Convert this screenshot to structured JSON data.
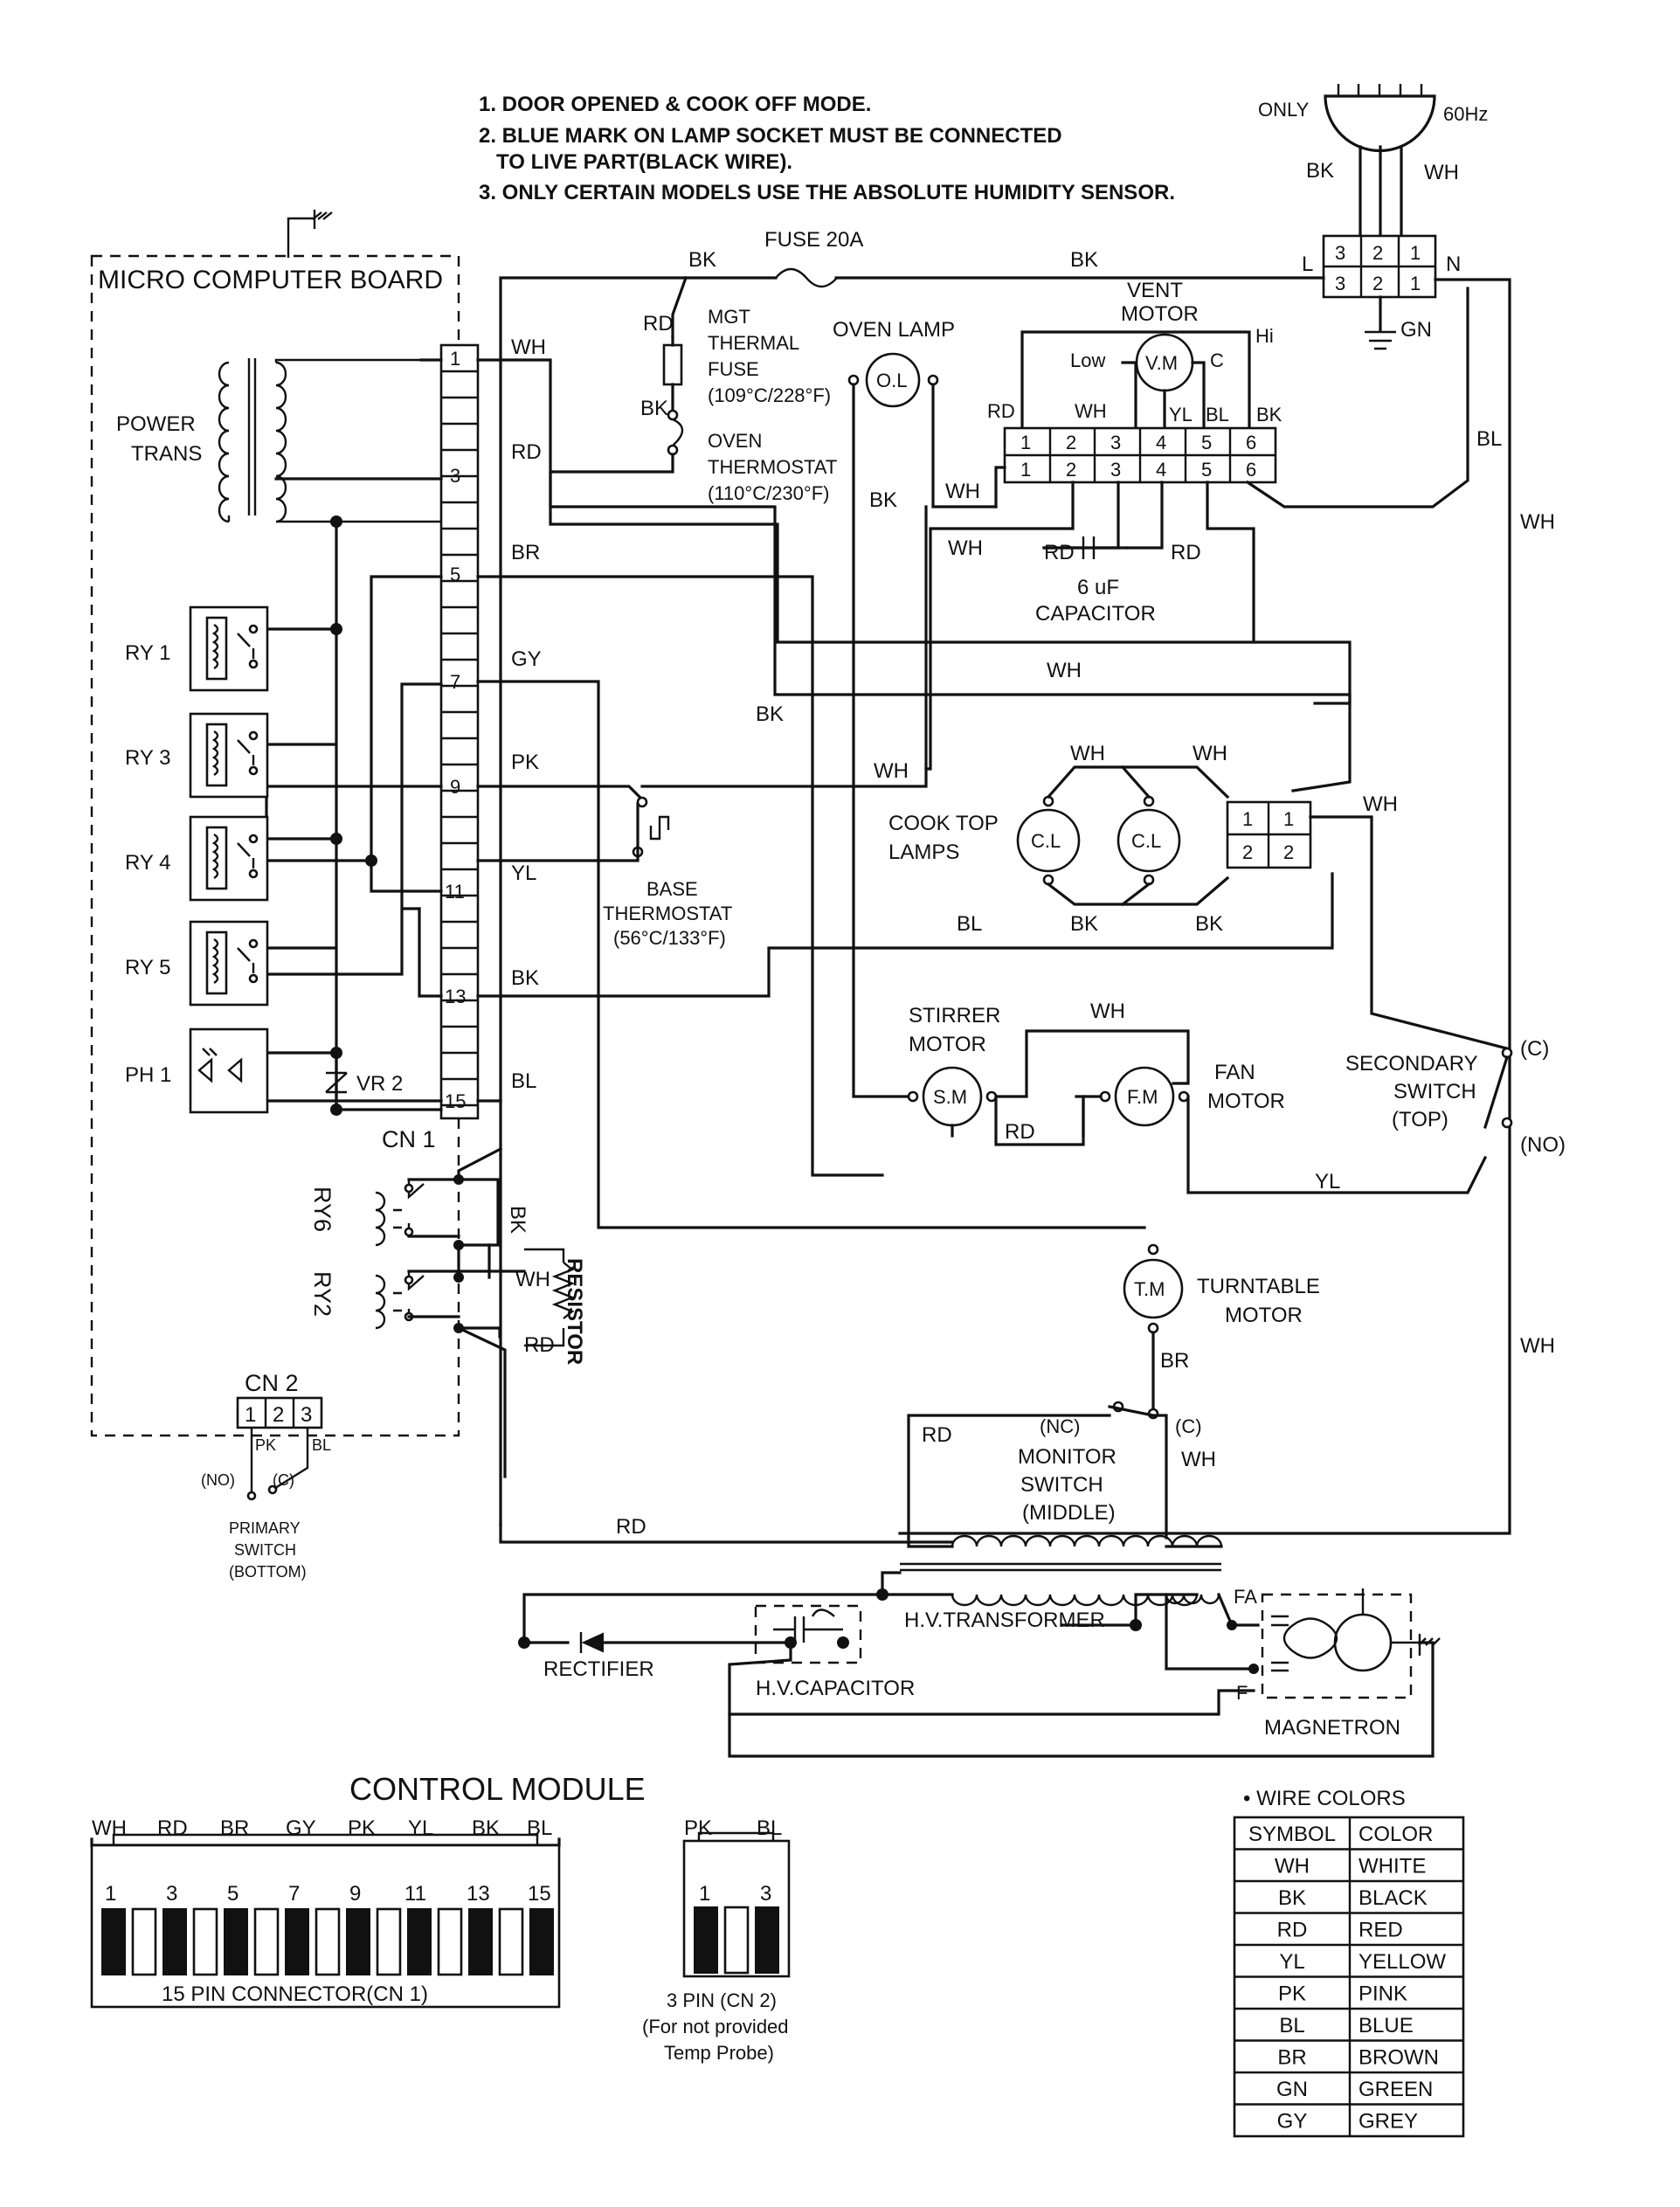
{
  "notes": [
    "1. DOOR OPENED & COOK OFF MODE.",
    "2. BLUE MARK ON LAMP SOCKET MUST BE CONNECTED",
    "   TO LIVE PART(BLACK WIRE).",
    "3. ONLY CERTAIN MODELS USE THE ABSOLUTE HUMIDITY SENSOR."
  ],
  "plug": {
    "only": "ONLY",
    "freq": "60Hz",
    "bk": "BK",
    "wh": "WH",
    "l": "L",
    "n": "N",
    "gn": "GN",
    "pins": [
      "3",
      "2",
      "1"
    ]
  },
  "board": {
    "title": "MICRO COMPUTER BOARD",
    "power_trans": [
      "POWER",
      "TRANS"
    ],
    "relays": [
      "RY 1",
      "RY 3",
      "RY 4",
      "RY 5"
    ],
    "ph1": "PH 1",
    "vr2": "VR 2",
    "cn1": "CN 1",
    "pins": [
      "1",
      "3",
      "5",
      "7",
      "9",
      "11",
      "13",
      "15"
    ],
    "wires": [
      "WH",
      "RD",
      "BR",
      "GY",
      "PK",
      "YL",
      "BK",
      "BL"
    ],
    "ry6": "RY6",
    "ry2": "RY2",
    "ry_wires": [
      "BK",
      "WH",
      "RD"
    ],
    "resistor": "RESISTOR",
    "cn2": "CN 2",
    "cn2_pins": [
      "1",
      "2",
      "3"
    ],
    "cn2_wires": [
      "PK",
      "BL"
    ],
    "primary_no": "(NO)",
    "primary_c": "(C)",
    "primary_switch": [
      "PRIMARY",
      "SWITCH",
      "(BOTTOM)"
    ]
  },
  "fuse": {
    "label": "FUSE 20A",
    "bk_left": "BK",
    "bk_right": "BK"
  },
  "mgt": {
    "rd": "RD",
    "bk": "BK",
    "fuse": [
      "MGT",
      "THERMAL",
      "FUSE",
      "(109°C/228°F)"
    ],
    "thermostat": [
      "OVEN",
      "THERMOSTAT",
      "(110°C/230°F)"
    ]
  },
  "oven_lamp": {
    "label": "OVEN LAMP",
    "symbol": "O.L",
    "bk": "BK",
    "wh": "WH"
  },
  "vent_motor": {
    "label": [
      "VENT",
      "MOTOR"
    ],
    "symbol": "V.M",
    "low": "Low",
    "c": "C",
    "hi": "Hi",
    "wires": [
      "RD",
      "WH",
      "YL",
      "BL",
      "BK"
    ],
    "pins": [
      "1",
      "2",
      "3",
      "4",
      "5",
      "6"
    ]
  },
  "capacitor": {
    "label": [
      "6 uF",
      "CAPACITOR"
    ],
    "wh": "WH",
    "rd_left": "RD",
    "rd_right": "RD"
  },
  "cooktop": {
    "label": [
      "COOK TOP",
      "LAMPS"
    ],
    "symbol": "C.L",
    "wh_left": "WH",
    "wh_right": "WH",
    "bk_left": "BK",
    "bk_right": "BK",
    "pins": [
      "1",
      "1",
      "2",
      "2"
    ],
    "wh_out": "WH"
  },
  "wire_labels": {
    "wh_mid": "WH",
    "bk_mid": "BK",
    "wh_pk": "WH",
    "bl_mid": "BL",
    "bl_right": "BL",
    "wh_right_top": "WH",
    "wh_right_bottom": "WH",
    "rd_bottom": "RD",
    "yl_switch": "YL"
  },
  "base_thermostat": [
    "BASE",
    "THERMOSTAT",
    "(56°C/133°F)"
  ],
  "stirrer_motor": {
    "label": [
      "STIRRER",
      "MOTOR"
    ],
    "symbol": "S.M",
    "wh": "WH",
    "rd": "RD"
  },
  "fan_motor": {
    "label": [
      "FAN",
      "MOTOR"
    ],
    "symbol": "F.M"
  },
  "secondary_switch": {
    "label": [
      "SECONDARY",
      "SWITCH",
      "(TOP)"
    ],
    "c": "(C)",
    "no": "(NO)"
  },
  "turntable": {
    "label": [
      "TURNTABLE",
      "MOTOR"
    ],
    "symbol": "T.M",
    "br": "BR"
  },
  "monitor_switch": {
    "label": [
      "MONITOR",
      "SWITCH",
      "(MIDDLE)"
    ],
    "nc": "(NC)",
    "c": "(C)",
    "rd": "RD",
    "wh": "WH"
  },
  "hv": {
    "transformer": "H.V.TRANSFORMER",
    "capacitor": "H.V.CAPACITOR",
    "rectifier": "RECTIFIER",
    "magnetron": "MAGNETRON",
    "fa": "FA",
    "f": "F"
  },
  "control_module": {
    "title": "CONTROL MODULE",
    "cn1_wires": [
      "WH",
      "RD",
      "BR",
      "GY",
      "PK",
      "YL",
      "BK",
      "BL"
    ],
    "cn1_pins": [
      "1",
      "3",
      "5",
      "7",
      "9",
      "11",
      "13",
      "15"
    ],
    "cn1_label": "15 PIN CONNECTOR(CN 1)",
    "cn2_wires": [
      "PK",
      "BL"
    ],
    "cn2_pins": [
      "1",
      "3"
    ],
    "cn2_label": [
      "3 PIN (CN 2)",
      "(For not provided",
      "Temp Probe)"
    ]
  },
  "wire_colors": {
    "title": "• WIRE COLORS",
    "headers": [
      "SYMBOL",
      "COLOR"
    ],
    "rows": [
      [
        "WH",
        "WHITE"
      ],
      [
        "BK",
        "BLACK"
      ],
      [
        "RD",
        "RED"
      ],
      [
        "YL",
        "YELLOW"
      ],
      [
        "PK",
        "PINK"
      ],
      [
        "BL",
        "BLUE"
      ],
      [
        "BR",
        "BROWN"
      ],
      [
        "GN",
        "GREEN"
      ],
      [
        "GY",
        "GREY"
      ]
    ]
  }
}
